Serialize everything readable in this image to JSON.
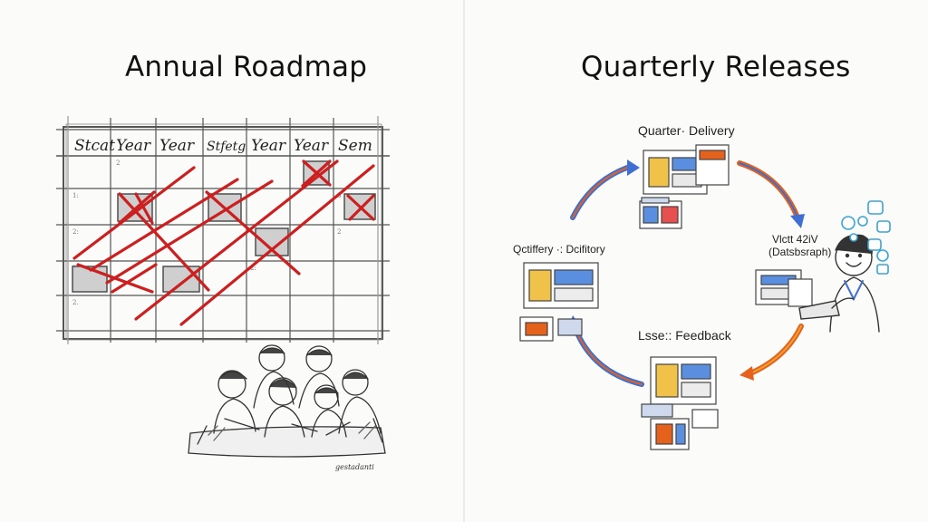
{
  "left_panel": {
    "title": "Annual Roadmap",
    "calendar_headers": [
      "Stcat",
      "Year",
      "Year",
      "Stfetg",
      "Year",
      "Year",
      "Sem"
    ],
    "signature": "gestadanti"
  },
  "right_panel": {
    "title": "Quarterly Releases",
    "labels": {
      "top": "Quarter· Delivery",
      "left": "Qctiffery ·: Dcifitory",
      "right_line1": "Vlctt 42iV",
      "right_line2": "(Datsbsraph)",
      "bottom": "Lsse:: Feedback"
    }
  },
  "colors": {
    "red_cross": "#cc1f1f",
    "cycle_blue": "#3f6fd0",
    "cycle_orange": "#e4621b",
    "pencil": "#444444",
    "screen_yellow": "#f0c24a",
    "screen_blue": "#5a8fe0",
    "icon_cyan": "#3ba3d6"
  }
}
